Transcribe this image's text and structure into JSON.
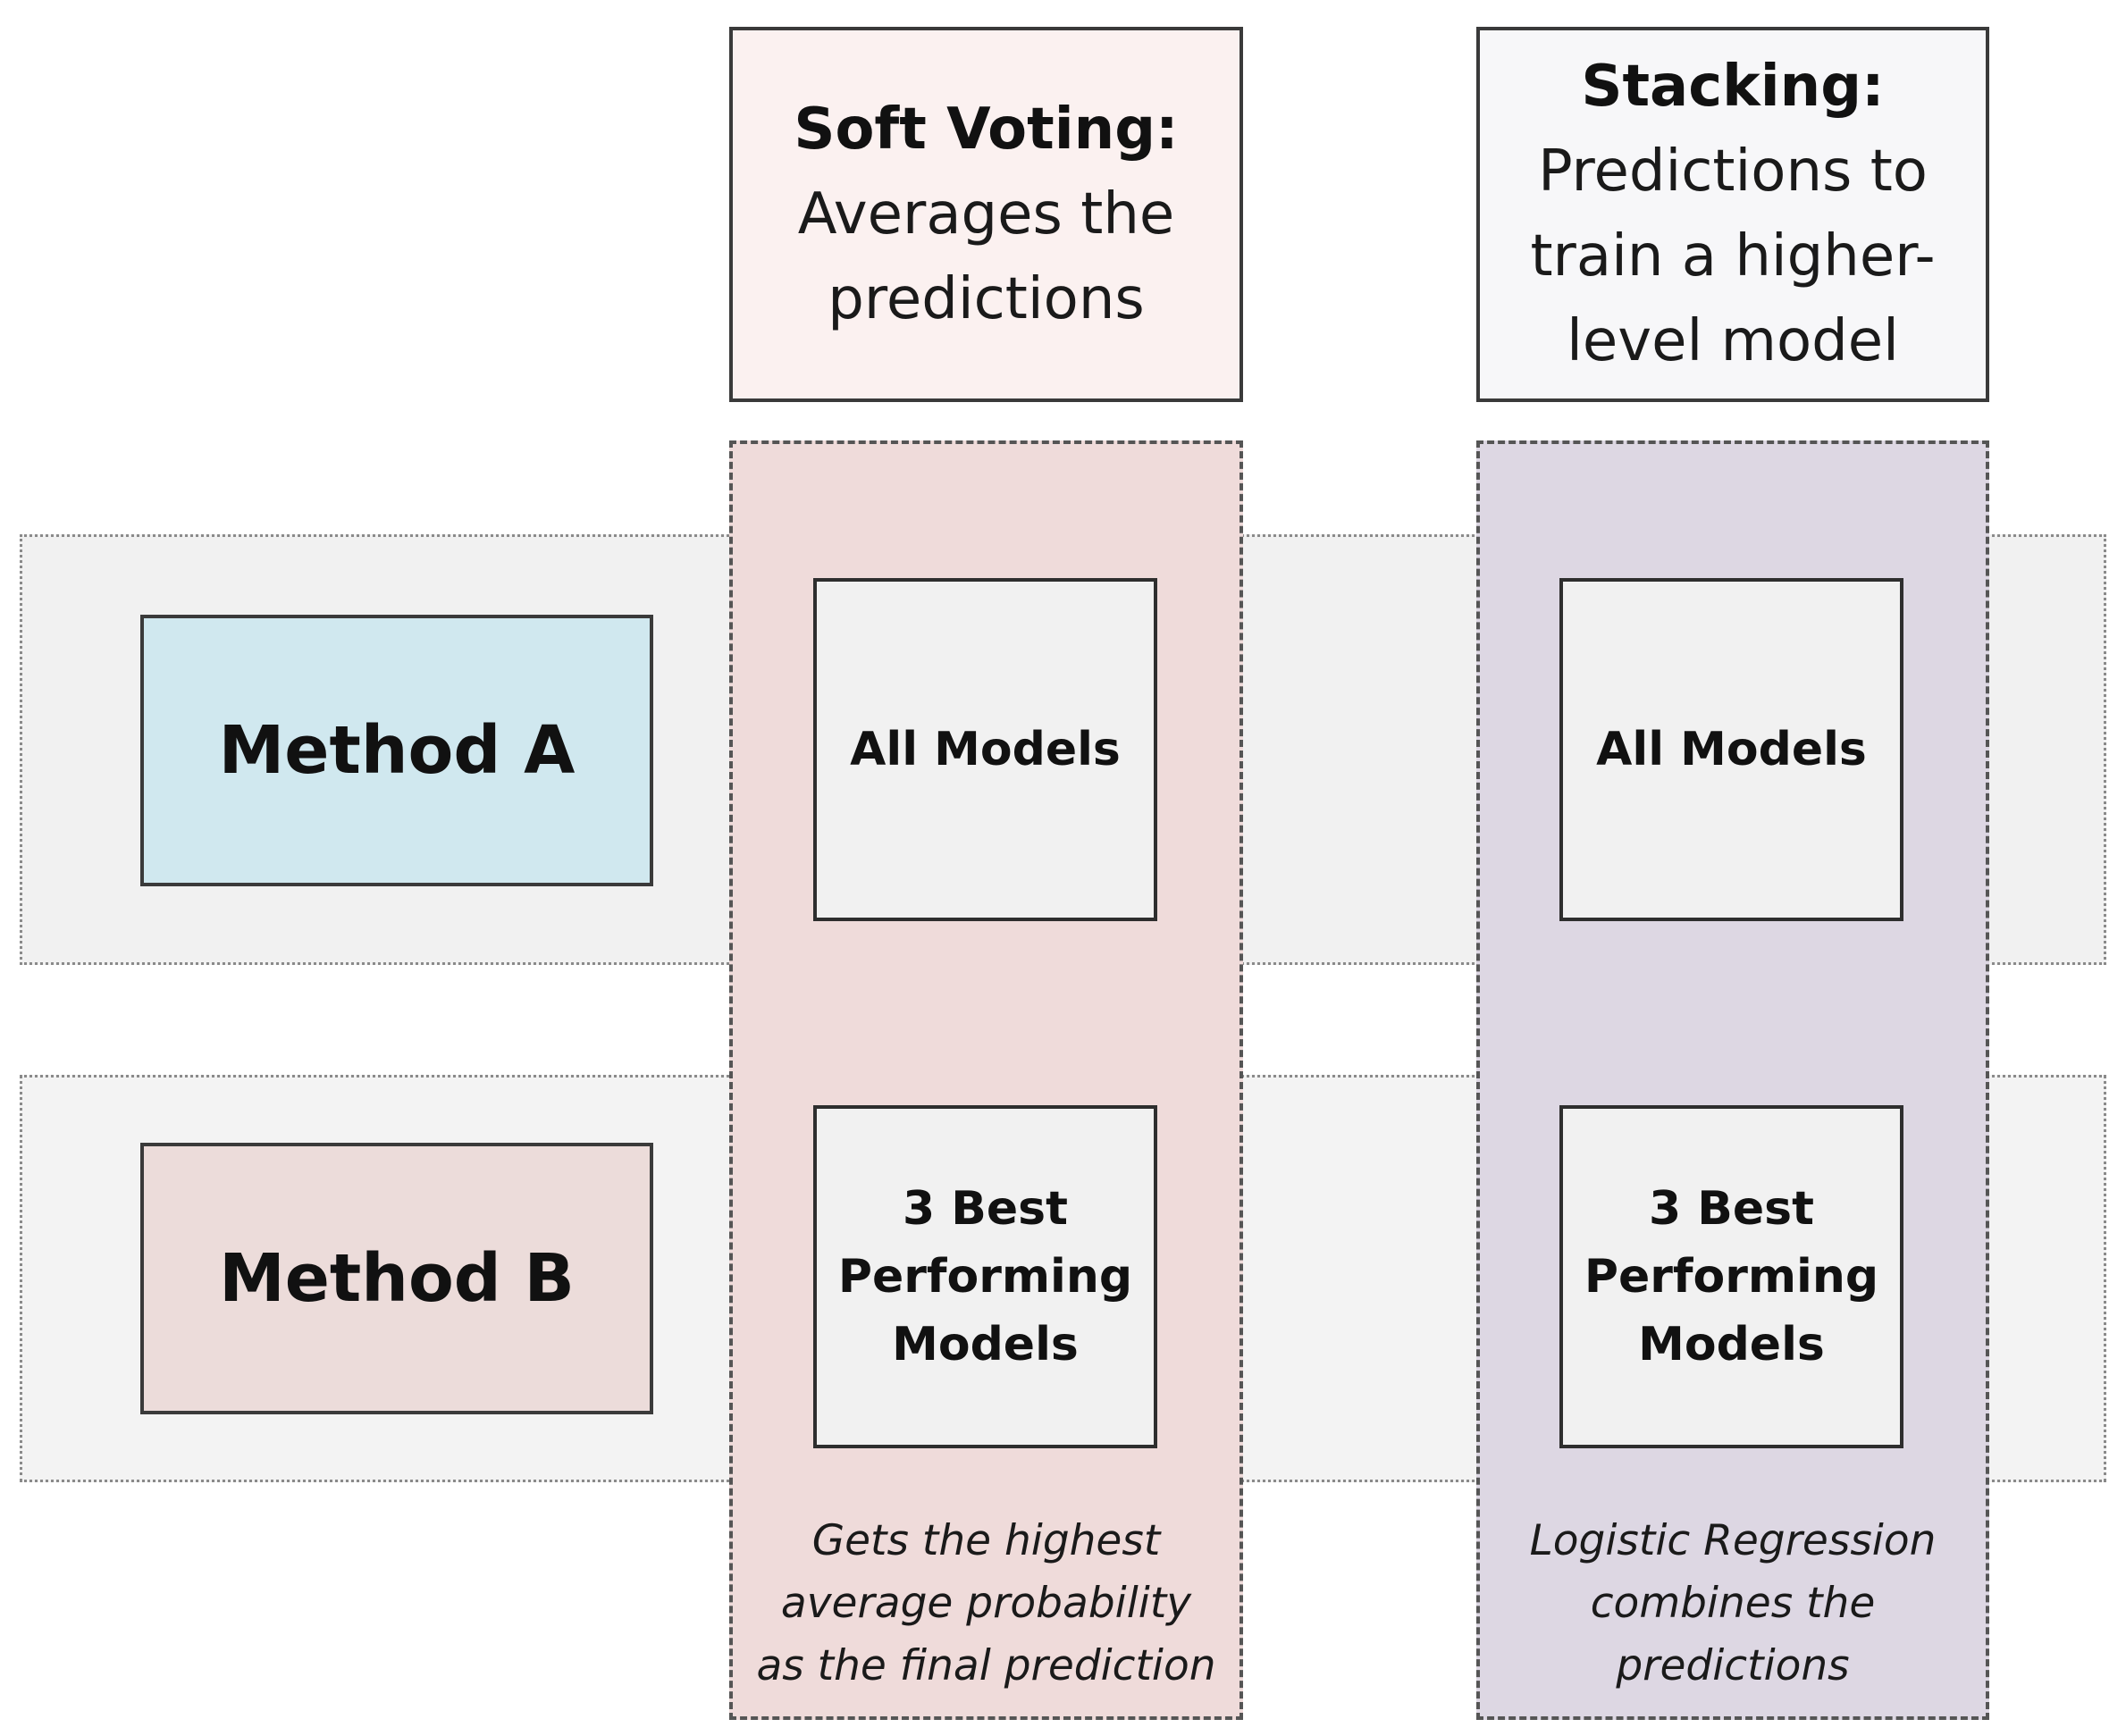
{
  "headers": {
    "soft_voting": {
      "title": "Soft Voting:",
      "text": "Averages the\npredictions"
    },
    "stacking": {
      "title": "Stacking:",
      "text": "Predictions to\ntrain a higher-\nlevel model"
    }
  },
  "methods": {
    "a": "Method A",
    "b": "Method B"
  },
  "models": {
    "soft_a": "All Models",
    "stack_a": "All Models",
    "soft_b": "3 Best\nPerforming\nModels",
    "stack_b": "3 Best\nPerforming\nModels"
  },
  "captions": {
    "soft_voting": "Gets the highest\naverage probability\nas the final prediction",
    "stacking": "Logistic Regression\ncombines the\npredictions"
  },
  "colors": {
    "method_a_fill": "#d0e8ef",
    "method_b_fill": "#ecdcda",
    "soft_voting_panel": "#efdbda",
    "stacking_panel": "#ddd7e3"
  }
}
